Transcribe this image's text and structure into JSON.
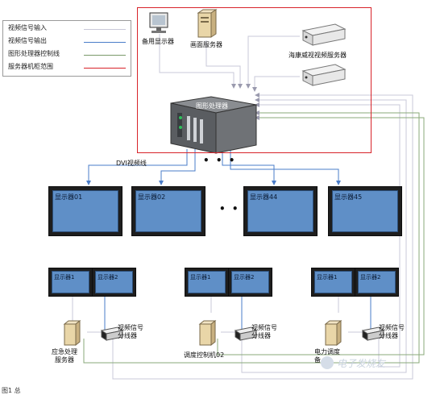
{
  "legend": {
    "items": [
      {
        "label": "视频信号输入",
        "color": "#c8c8d8",
        "style": "solid"
      },
      {
        "label": "视频信号输出",
        "color": "#4a7cc8",
        "style": "solid"
      },
      {
        "label": "图形处理器控制线",
        "color": "#7a9a6a",
        "style": "solid"
      },
      {
        "label": "服务器机柜范围",
        "color": "#d8232a",
        "style": "solid"
      }
    ]
  },
  "server_room": {
    "backup_display": "备用显示器",
    "screen_server": "画面服务器",
    "hikvision_server": "海康威视视频服务器",
    "graphics_processor": "图形处理器"
  },
  "dvi_label": "DVI视频线",
  "ellipsis_top": "• • •",
  "ellipsis_mid": "• • •",
  "main_displays": [
    "显示器01",
    "显示器02",
    "显示器44",
    "显示器45"
  ],
  "groups": [
    {
      "screens": [
        "显示器1",
        "显示器2"
      ],
      "server_label": "应急处理\n服务器",
      "splitter_label": "视频信号\n分线器"
    },
    {
      "screens": [
        "显示器1",
        "显示器2"
      ],
      "server_label": "调度控制机02",
      "splitter_label": "视频信号\n分线器"
    },
    {
      "screens": [
        "显示器1",
        "显示器2"
      ],
      "server_label": "电力调度\n备",
      "splitter_label": "视频信号\n分线器"
    }
  ],
  "watermark": "电子发烧友",
  "footer": "图1 总"
}
